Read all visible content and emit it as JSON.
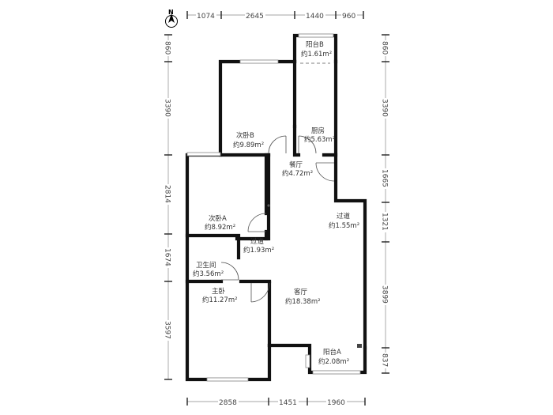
{
  "compass": {
    "label": "N"
  },
  "dimensions": {
    "top": [
      "1074",
      "2645",
      "1440",
      "960"
    ],
    "bottom": [
      "2858",
      "1451",
      "1960"
    ],
    "left": [
      "860",
      "3390",
      "2814",
      "1674",
      "3597"
    ],
    "right": [
      "860",
      "3390",
      "1665",
      "1321",
      "3899",
      "837"
    ]
  },
  "rooms": {
    "balcony_b": {
      "name": "阳台B",
      "area": "约1.61m²"
    },
    "bedroom_b": {
      "name": "次卧B",
      "area": "约9.89m²"
    },
    "kitchen": {
      "name": "厨房",
      "area": "约5.63m²"
    },
    "dining": {
      "name": "餐厅",
      "area": "约4.72m²"
    },
    "bedroom_a": {
      "name": "次卧A",
      "area": "约8.92m²"
    },
    "hallway_right": {
      "name": "过道",
      "area": "约1.55m²"
    },
    "hallway_left": {
      "name": "过道",
      "area": "约1.93m²"
    },
    "bathroom": {
      "name": "卫生间",
      "area": "约3.56m²"
    },
    "master": {
      "name": "主卧",
      "area": "约11.27m²"
    },
    "living": {
      "name": "客厅",
      "area": "约18.38m²"
    },
    "balcony_a": {
      "name": "阳台A",
      "area": "约2.08m²"
    }
  }
}
